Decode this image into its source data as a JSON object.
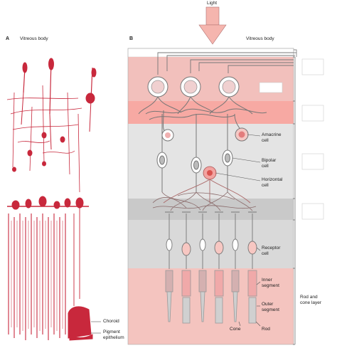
{
  "top": {
    "light_label": "Light"
  },
  "panel_a": {
    "letter": "A",
    "title": "Vitreous body"
  },
  "panel_b": {
    "letter": "B",
    "title": "Vitreous body"
  },
  "labels": {
    "amacrine": [
      "Amacrine",
      "cell"
    ],
    "bipolar": [
      "Bipolar",
      "cell"
    ],
    "horizontal": [
      "Horizontal",
      "cell"
    ],
    "receptor": [
      "Receptor",
      "cell"
    ],
    "inner_segment": [
      "Inner",
      "segment"
    ],
    "outer_segment": [
      "Outer",
      "segment"
    ],
    "cone": "Cone",
    "rod": "Rod",
    "rod_cone_layer": [
      "Rod and",
      "cone layer"
    ],
    "choroid": "Choroid",
    "pigment_epithelium": [
      "Pigment",
      "epithelium"
    ]
  },
  "colors": {
    "stain_red": "#c8283c",
    "band_pink": "#f2c0bc",
    "band_light_pink": "#f7dcd9",
    "band_grey": "#d4d4d4",
    "band_light_grey": "#e6e6e6",
    "arrow_fill": "#f5b5ae"
  }
}
